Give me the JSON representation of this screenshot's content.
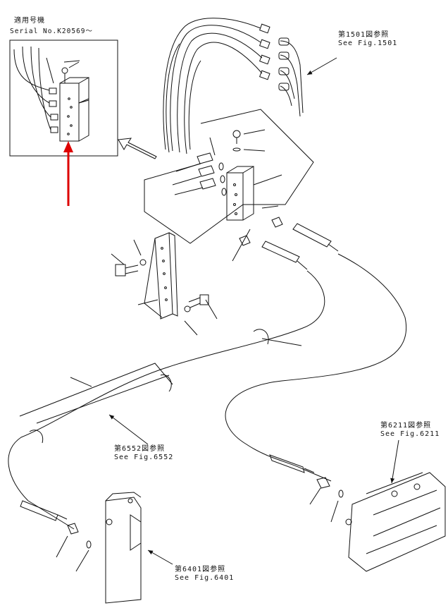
{
  "applicability": {
    "jp_label": "適用号機",
    "serial_label": "Serial No.K20569～"
  },
  "references": [
    {
      "id": "fig1501",
      "jp": "第1501図参照",
      "en": "See Fig.1501"
    },
    {
      "id": "fig6211",
      "jp": "第6211図参照",
      "en": "See Fig.6211"
    },
    {
      "id": "fig6552",
      "jp": "第6552図参照",
      "en": "See Fig.6552"
    },
    {
      "id": "fig6401",
      "jp": "第6401図参照",
      "en": "See Fig.6401"
    }
  ],
  "colors": {
    "line": "#111111",
    "highlight_arrow": "#dd0000",
    "background": "#ffffff"
  },
  "icons": [
    "red-pointer-arrow-icon",
    "direction-arrow-icon"
  ]
}
